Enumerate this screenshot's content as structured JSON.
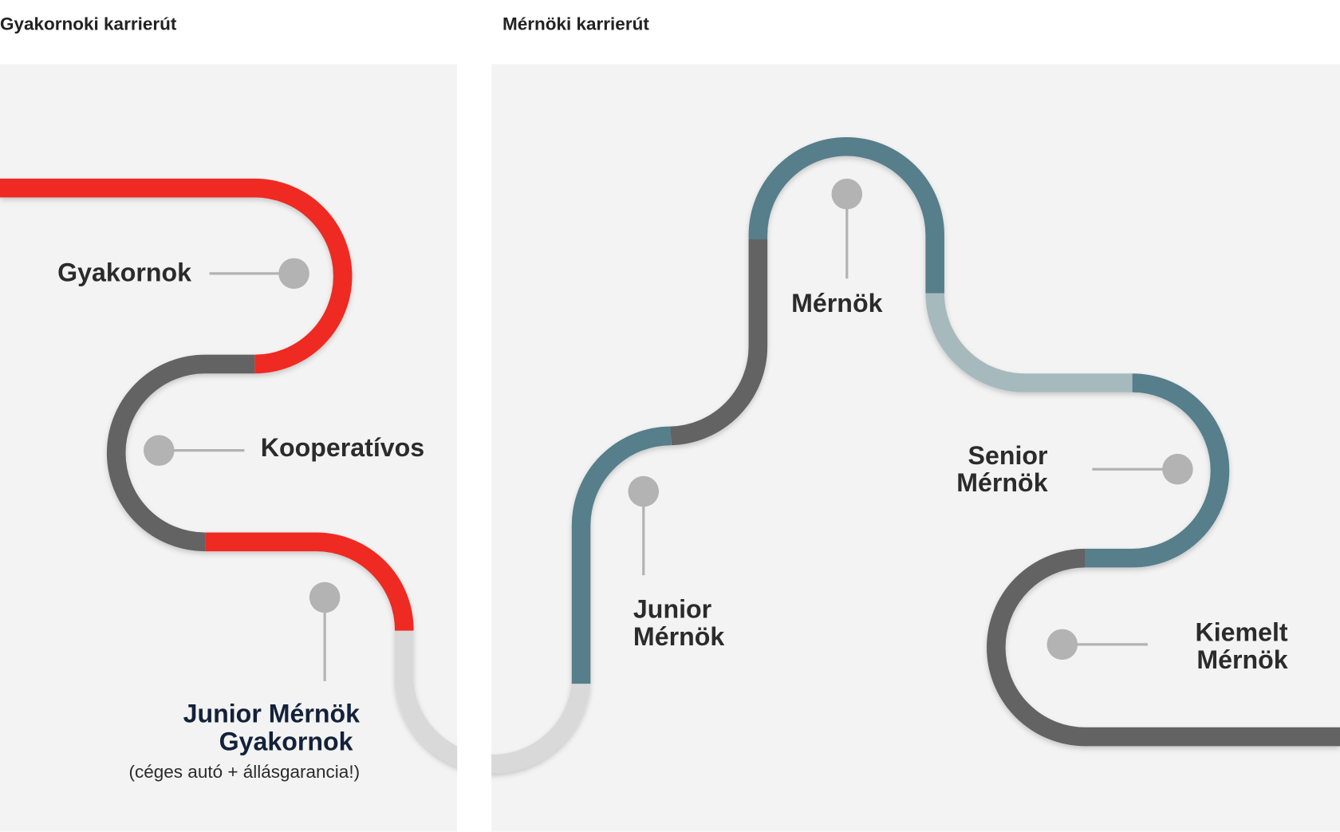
{
  "headings": {
    "internship": "Gyakornoki karrierút",
    "engineering": "Mérnöki karrierút"
  },
  "internship_path": {
    "stages": [
      {
        "label": "Gyakornok"
      },
      {
        "label": "Kooperatívos"
      },
      {
        "label_line1": "Junior Mérnök",
        "label_line2": "Gyakornok",
        "note": "(céges autó + állásgarancia!)"
      }
    ]
  },
  "engineering_path": {
    "stages": [
      {
        "label_line1": "Junior",
        "label_line2": "Mérnök"
      },
      {
        "label": "Mérnök"
      },
      {
        "label_line1": "Senior",
        "label_line2": "Mérnök"
      },
      {
        "label_line1": "Kiemelt",
        "label_line2": "Mérnök"
      }
    ]
  },
  "colors": {
    "red": "#ee2b24",
    "dark_gray": "#636363",
    "light_gray": "#d9d9d9",
    "teal": "#567e8b",
    "light_teal": "#a6babd",
    "pin": "#b3b3b4"
  }
}
